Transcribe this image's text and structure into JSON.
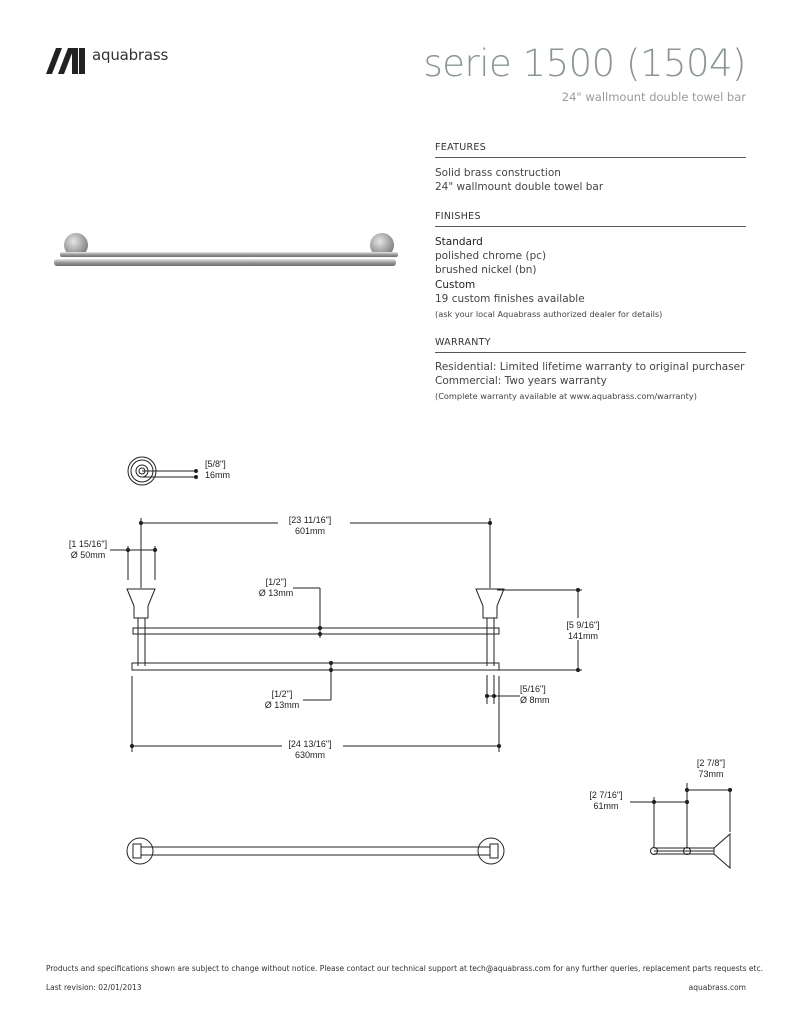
{
  "brand": {
    "name": "aquabrass"
  },
  "header": {
    "title": "serie 1500 (1504)",
    "subtitle": "24\" wallmount double towel bar"
  },
  "features": {
    "heading": "FEATURES",
    "items": [
      "Solid brass construction",
      "24\" wallmount double towel bar"
    ]
  },
  "finishes": {
    "heading": "FINISHES",
    "standard_label": "Standard",
    "standard_items": [
      "polished chrome (pc)",
      "brushed nickel (bn)"
    ],
    "custom_label": "Custom",
    "custom_text": "19 custom finishes available",
    "custom_note": "(ask your local Aquabrass authorized dealer for details)"
  },
  "warranty": {
    "heading": "WARRANTY",
    "residential": "Residential: Limited lifetime warranty to original purchaser",
    "commercial": "Commercial: Two years warranty",
    "note": "(Complete warranty available at www.aquabrass.com/warranty)"
  },
  "dimensions": {
    "end_in": "[5/8\"]",
    "end_mm": "16mm",
    "center_in": "[23 11/16\"]",
    "center_mm": "601mm",
    "flange_in": "[1 15/16\"]",
    "flange_mm": "Ø 50mm",
    "bar_top_in": "[1/2\"]",
    "bar_top_mm": "Ø 13mm",
    "height_in": "[5 9/16\"]",
    "height_mm": "141mm",
    "bar_bottom_in": "[1/2\"]",
    "bar_bottom_mm": "Ø 13mm",
    "rod_in": "[5/16\"]",
    "rod_mm": "Ø 8mm",
    "overall_in": "[24 13/16\"]",
    "overall_mm": "630mm",
    "proj_outer_in": "[2 7/8\"]",
    "proj_outer_mm": "73mm",
    "proj_inner_in": "[2 7/16\"]",
    "proj_inner_mm": "61mm"
  },
  "footer": {
    "disclaimer": "Products and specifications shown are subject to change without notice. Please contact our technical support at tech@aquabrass.com for any further queries, replacement parts requests etc.",
    "revision": "Last revision: 02/01/2013",
    "website": "aquabrass.com"
  }
}
